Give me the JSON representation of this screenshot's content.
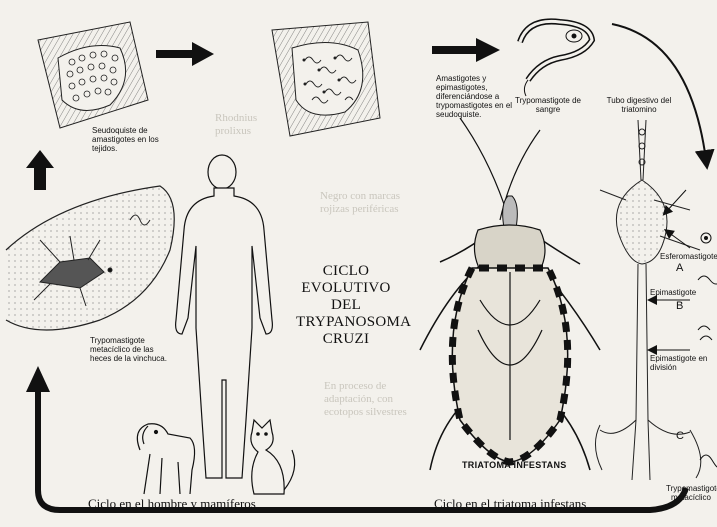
{
  "title": {
    "line1": "CICLO",
    "line2": "EVOLUTIVO",
    "line3": "DEL",
    "line4": "TRYPANOSOMA",
    "line5": "CRUZI"
  },
  "labels": {
    "seudoquiste": "Seudoquiste de amastigotes en los tejidos.",
    "amastigotes": "Amastigotes y epimastigotes, diferenciándose a trypomastigotes en el seudoquiste.",
    "trypo_sangre": "Trypomastigote de sangre",
    "tubo_digestivo": "Tubo digestivo del triatomino",
    "trypo_metaciclico_left": "Trypomastigote metacíclico de las heces de la vinchuca.",
    "esferomastigote": "Esferomastigote",
    "label_a": "A",
    "epimastigote": "Epimastigote",
    "label_b": "B",
    "epimastigote_division": "Epimastigote en división",
    "label_c": "C",
    "trypo_metaciclico_right": "Trypomastigote metacíclico",
    "triatoma_infestans": "TRIATOMA INFESTANS"
  },
  "captions": {
    "hombre": "Ciclo en el hombre y mamíferos",
    "triatoma": "Ciclo en el triatoma infestans"
  },
  "colors": {
    "ink": "#111111",
    "paper": "#f3f1ec",
    "ghost_text": "#c9c6bd"
  }
}
